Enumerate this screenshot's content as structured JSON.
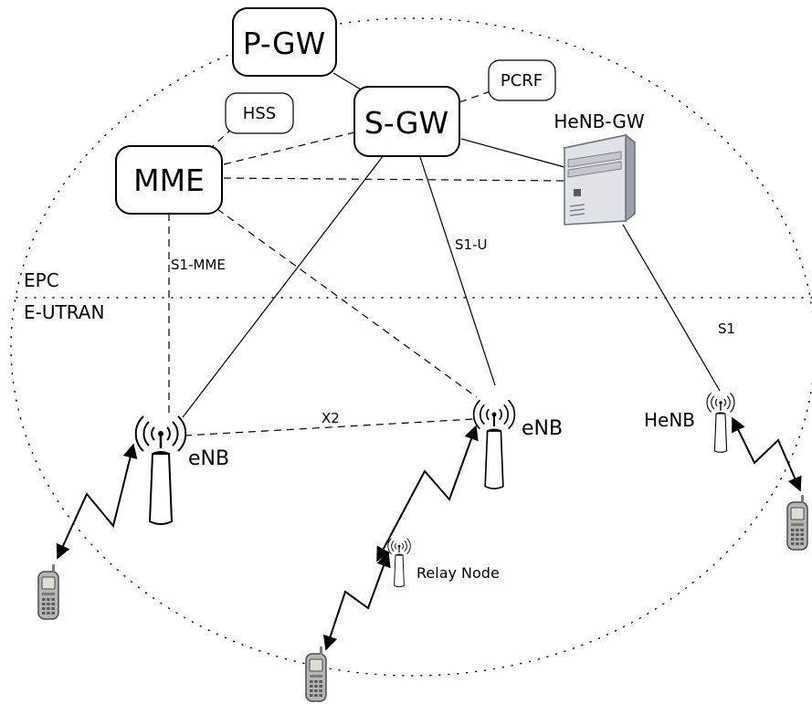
{
  "nodes": {
    "pgw": "P-GW",
    "sgw": "S-GW",
    "mme": "MME",
    "hss": "HSS",
    "pcrf": "PCRF",
    "henb_gw": "HeNB-GW",
    "enb_left": "eNB",
    "enb_center": "eNB",
    "henb": "HeNB",
    "relay": "Relay Node"
  },
  "links": {
    "s1_mme": "S1-MME",
    "s1_u": "S1-U",
    "s1": "S1",
    "x2": "X2"
  },
  "regions": {
    "epc": "EPC",
    "eutran": "E-UTRAN"
  },
  "icons": {
    "tower": "antenna-tower-icon",
    "server": "server-icon",
    "phone": "mobile-phone-icon"
  }
}
